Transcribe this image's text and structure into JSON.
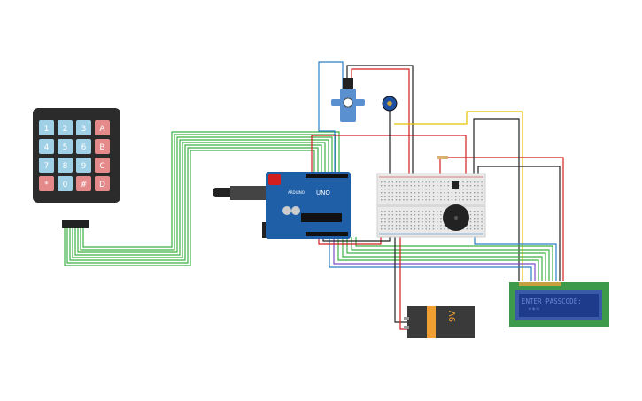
{
  "keypad": {
    "keys": [
      "1",
      "2",
      "3",
      "A",
      "4",
      "5",
      "6",
      "B",
      "7",
      "8",
      "9",
      "C",
      "*",
      "0",
      "#",
      "D"
    ]
  },
  "arduino": {
    "model": "UNO",
    "brand": "ARDUINO"
  },
  "battery": {
    "voltage": "9V"
  },
  "lcd": {
    "line1": "ENTER PASSCODE:",
    "line2": "***"
  },
  "colors": {
    "background": "#ffffff",
    "keypad_body": "#2b2b2b",
    "key_blue": "#9fd0e6",
    "key_red": "#e58a8a",
    "arduino_board": "#1f5fa8",
    "breadboard": "#e9e9e9",
    "wire_green": "#3cb043",
    "wire_red": "#d21e1e",
    "wire_black": "#222222",
    "wire_yellow": "#e6c200",
    "wire_blue": "#2a7fc4",
    "wire_purple": "#7a4fc4",
    "lcd_board": "#3c9a4a",
    "lcd_screen": "#1e3a8a",
    "lcd_text": "#6a86d6",
    "battery_body": "#3a3a3a",
    "battery_label": "#f0a030"
  },
  "icons": [
    "servo-motor-icon",
    "potentiometer-icon",
    "piezo-buzzer-icon",
    "usb-connector-icon"
  ]
}
